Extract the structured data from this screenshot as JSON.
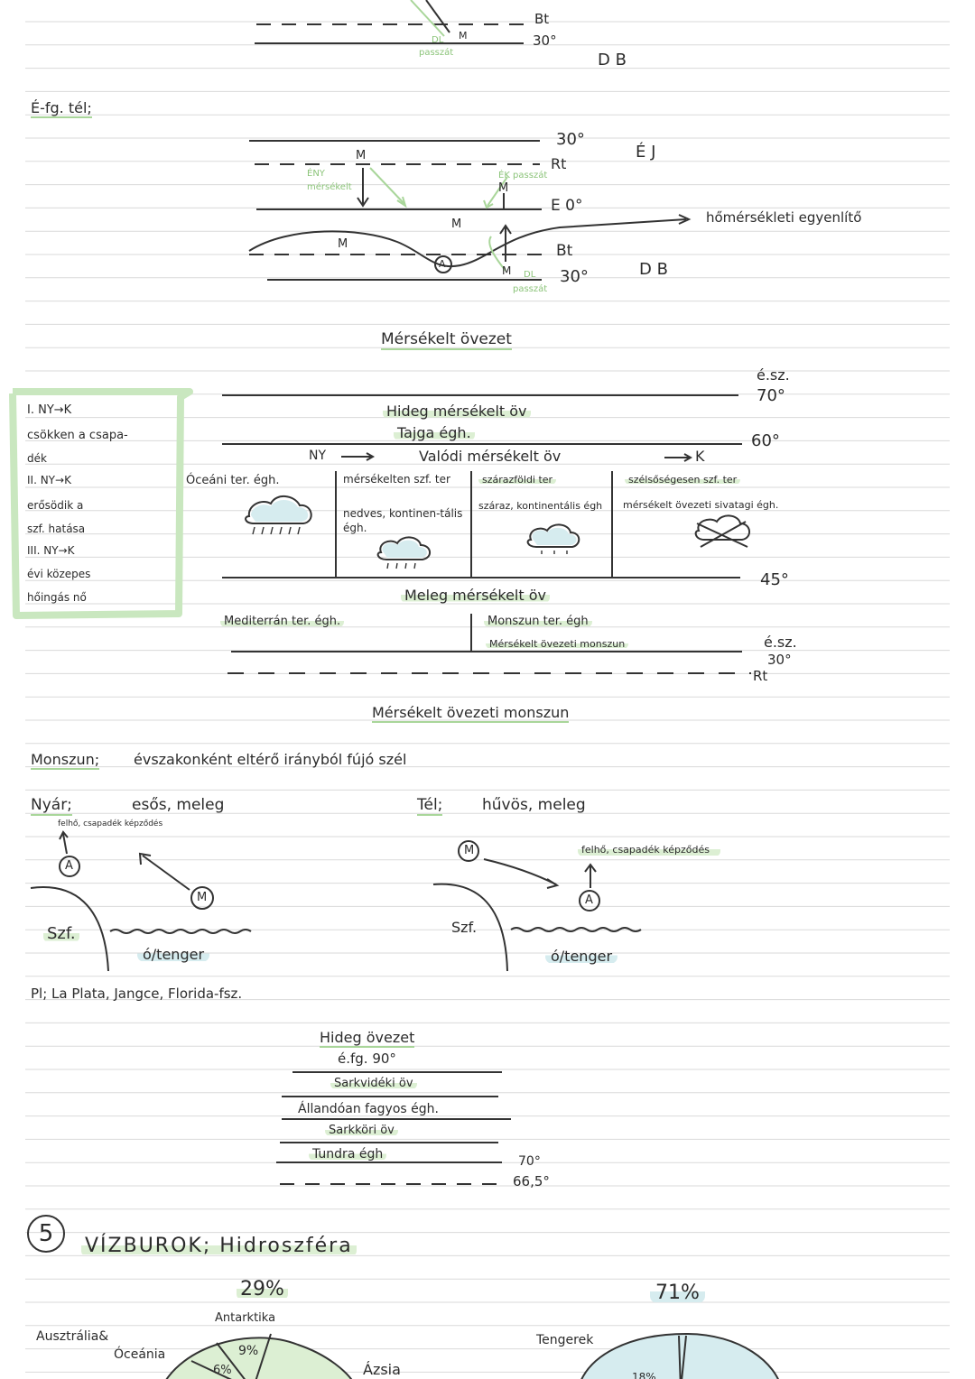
{
  "top_section": {
    "bt_label": "Bt",
    "lat_30": "30°",
    "m_label": "M",
    "dl_label": "DL",
    "passat_label": "passzát",
    "db_label": "D B"
  },
  "winter_section": {
    "title": "É-fg. tél;",
    "lat_30_top": "30°",
    "rt_label": "Rt",
    "eg_label": "É J",
    "eq_label": "E 0°",
    "ny_passat": "ÉNY mérsékelt",
    "ek_passat": "ÉK passzát",
    "m_labels": [
      "M",
      "M",
      "M",
      "M",
      "M"
    ],
    "a_label": "A",
    "thermal_equator": "hőmérsékleti egyenlítő",
    "bt_label": "Bt",
    "lat_30_bottom": "30°",
    "db_label": "D B",
    "dl_label": "DL",
    "passat_label": "passzát"
  },
  "temperate": {
    "title": "Mérsékelt övezet",
    "lat_north": "é.sz.",
    "lat_70": "70°",
    "lat_60": "60°",
    "lat_45": "45°",
    "lat_north_2": "é.sz.",
    "lat_30": "30°",
    "rt_label": "Rt",
    "cold_zone": "Hideg mérsékelt öv",
    "taiga": "Tajga égh.",
    "ny_label": "NY",
    "k_label": "K",
    "real_zone": "Valódi mérsékelt öv",
    "columns": [
      {
        "heading": "Óceáni ter. égh.",
        "sub": ""
      },
      {
        "heading": "mérsékelten szf. ter",
        "sub": "nedves, kontinen-tális égh."
      },
      {
        "heading": "szárazföldi ter",
        "sub": "száraz, kontinentális égh"
      },
      {
        "heading": "szélsőségesen szf. ter",
        "sub": "mérsékelt övezeti sivatagi égh."
      }
    ],
    "warm_zone": "Meleg mérsékelt öv",
    "mediterranean": "Mediterrán ter. égh.",
    "monsoon_ter": "Monszun ter. égh",
    "monsoon_temperate": "Mérsékelt övezeti monszun",
    "side_notes": [
      "I. NY→K",
      "csökken a csapa-",
      "dék",
      "II. NY→K",
      "erősödik a",
      "szf. hatása",
      "III. NY→K",
      "évi közepes",
      "hőingás nő"
    ]
  },
  "monsoon": {
    "title": "Mérsékelt övezeti monszun",
    "definition_term": "Monszun;",
    "definition": "évszakonként eltérő irányból fújó szél",
    "summer_label": "Nyár;",
    "summer_desc": "esős, meleg",
    "summer_note": "felhő, csapadék képződés",
    "winter_label": "Tél;",
    "winter_desc": "hűvös, meleg",
    "winter_note": "felhő, csapadék képződés",
    "a_label": "A",
    "m_label": "M",
    "szf_label": "Szf.",
    "ocean_label": "ó/tenger",
    "examples": "Pl; La Plata, Jangce, Florida-fsz."
  },
  "cold": {
    "title": "Hideg övezet",
    "lat_90": "é.fg. 90°",
    "polar_zone": "Sarkvidéki öv",
    "permafrost": "Állandóan fagyos égh.",
    "subpolar": "Sarkköri öv",
    "tundra": "Tundra égh",
    "lat_70": "70°",
    "lat_665": "66,5°"
  },
  "section5": {
    "number": "5",
    "title": "VÍZBUROK; Hidroszféra",
    "land_pct": "29%",
    "water_pct": "71%",
    "antarctica": "Antarktika",
    "australia": "Ausztrália&",
    "oceania": "Óceánia",
    "pct_9": "9%",
    "pct_6": "6%",
    "asia": "Ázsia",
    "oceans": "Tengerek",
    "pct_18": "18%"
  }
}
